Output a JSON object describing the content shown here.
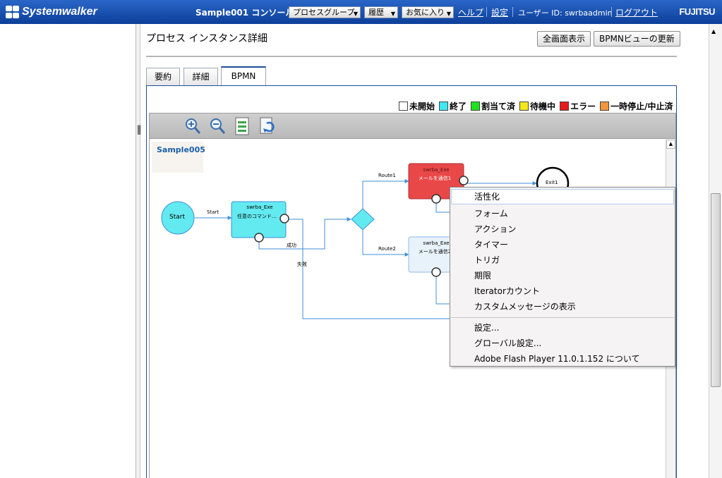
{
  "header": {
    "brand": "Systemwalker",
    "console_title": "Sample001 コンソール",
    "menus": [
      {
        "label": "プロセスグループ"
      },
      {
        "label": "履歴"
      },
      {
        "label": "お気に入り"
      }
    ],
    "help_link": "ヘルプ",
    "settings_link": "設定",
    "user_label": "ユーザー ID: swrbaadmin",
    "logout_link": "ログアウト",
    "vendor": "FUJITSU"
  },
  "page": {
    "title": "プロセス インスタンス詳細",
    "fullscreen_button": "全画面表示",
    "refresh_button": "BPMNビューの更新"
  },
  "tabs": [
    {
      "label": "要約",
      "active": false
    },
    {
      "label": "詳細",
      "active": false
    },
    {
      "label": "BPMN",
      "active": true
    }
  ],
  "legend": [
    {
      "label": "未開始",
      "color": "#ffffff"
    },
    {
      "label": "終了",
      "color": "#3ee9f0"
    },
    {
      "label": "割当て済",
      "color": "#1ee21e"
    },
    {
      "label": "待機中",
      "color": "#f2e818"
    },
    {
      "label": "エラー",
      "color": "#e81a1a"
    },
    {
      "label": "一時停止/中止済",
      "color": "#f2963a"
    }
  ],
  "viewer": {
    "toolbar_icons": [
      "zoom-in-icon",
      "zoom-out-icon",
      "document-icon",
      "refresh-icon"
    ],
    "process_name": "Sample005"
  },
  "diagram": {
    "start_label": "Start",
    "exit_label": "Exit1",
    "task1": {
      "type": "swrba_Exe",
      "name": "任意のコマンド…"
    },
    "task2": {
      "type": "swrba_Exe",
      "name": "メールを通信1"
    },
    "task3": {
      "type": "swrba_Exe",
      "name": "メールを通信2"
    },
    "arrows": {
      "start": "Start",
      "success": "成功",
      "fail": "失敗",
      "route1": "Route1",
      "route2": "Route2"
    },
    "colors": {
      "finished": "#62eaf0",
      "error": "#e84848",
      "not_started": "#e8f2fb",
      "line": "#3f8fd8"
    }
  },
  "context_menu": {
    "items": [
      {
        "label": "活性化",
        "highlighted": true
      },
      {
        "label": "フォーム"
      },
      {
        "label": "アクション"
      },
      {
        "label": "タイマー"
      },
      {
        "label": "トリガ"
      },
      {
        "label": "期限"
      },
      {
        "label": "Iteratorカウント"
      },
      {
        "label": "カスタムメッセージの表示"
      }
    ],
    "items2": [
      {
        "label": "設定..."
      },
      {
        "label": "グローバル設定..."
      },
      {
        "label": "Adobe Flash Player 11.0.1.152 について"
      }
    ]
  }
}
